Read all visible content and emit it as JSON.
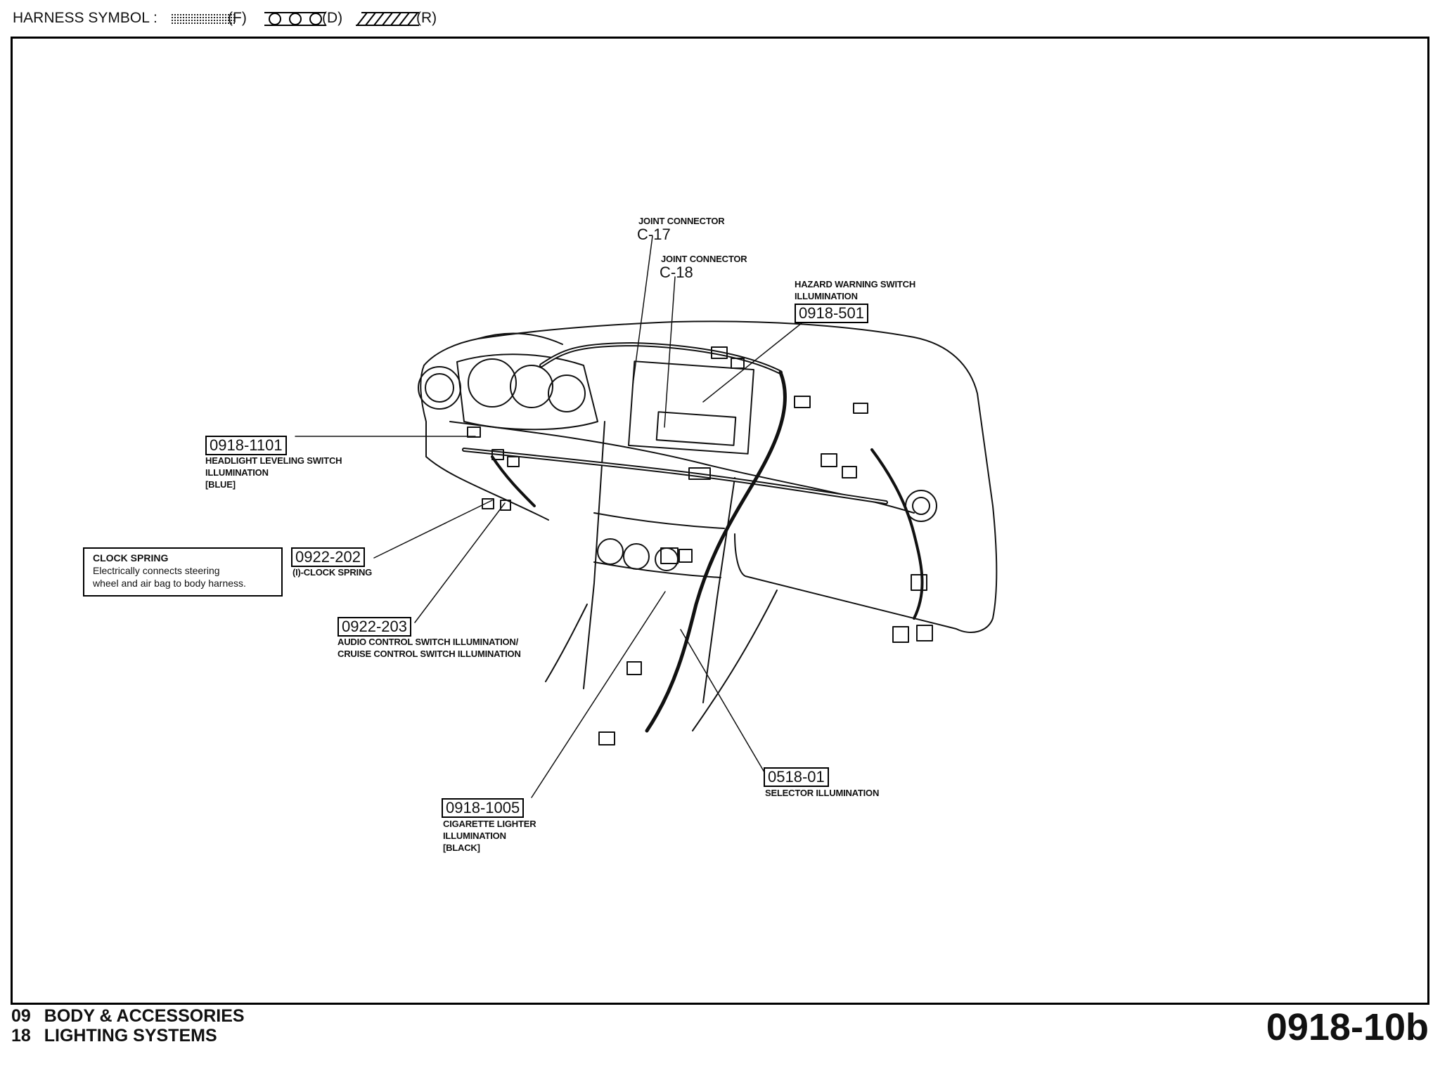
{
  "legend": {
    "prefix": "HARNESS SYMBOL :",
    "items": [
      {
        "code": "(F)",
        "pattern": "dotted-hatch"
      },
      {
        "code": "(D)",
        "pattern": "circles"
      },
      {
        "code": "(R)",
        "pattern": "diagonal-hatch"
      }
    ]
  },
  "callouts": {
    "c17": {
      "desc": "JOINT CONNECTOR",
      "id": "C-17"
    },
    "c18": {
      "desc": "JOINT CONNECTOR",
      "id": "C-18"
    },
    "hazard": {
      "desc1": "HAZARD WARNING SWITCH",
      "desc2": "ILLUMINATION",
      "code": "0918-501"
    },
    "headlight": {
      "code": "0918-1101",
      "desc1": "HEADLIGHT LEVELING SWITCH",
      "desc2": "ILLUMINATION",
      "desc3": "[BLUE]"
    },
    "clock_spring": {
      "code": "0922-202",
      "desc": "(I)-CLOCK SPRING"
    },
    "audio": {
      "code": "0922-203",
      "desc1": "AUDIO CONTROL SWITCH ILLUMINATION/",
      "desc2": "CRUISE CONTROL SWITCH ILLUMINATION"
    },
    "selector": {
      "code": "0518-01",
      "desc": "SELECTOR ILLUMINATION"
    },
    "cigarette": {
      "code": "0918-1005",
      "desc1": "CIGARETTE LIGHTER",
      "desc2": "ILLUMINATION",
      "desc3": "[BLACK]"
    }
  },
  "note": {
    "title": "CLOCK SPRING",
    "line1": "Electrically connects steering",
    "line2": "wheel and air bag to body harness."
  },
  "footer": {
    "line1_num": "09",
    "line1_text": "BODY & ACCESSORIES",
    "line2_num": "18",
    "line2_text": "LIGHTING SYSTEMS",
    "page_code": "0918-10b"
  }
}
